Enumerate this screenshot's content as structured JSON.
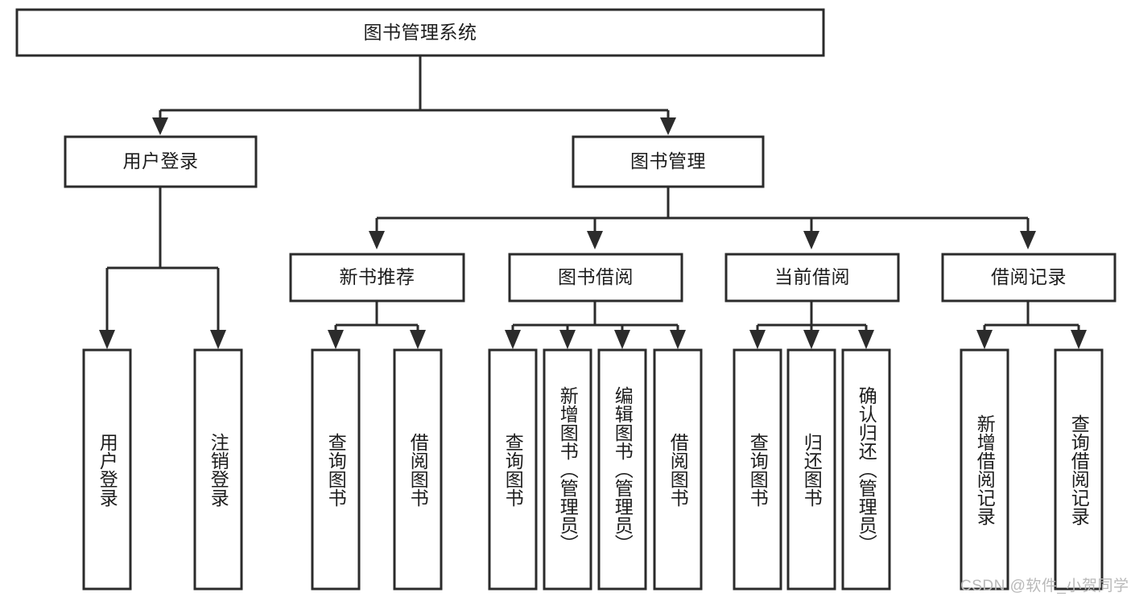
{
  "diagram": {
    "type": "tree-hierarchy-diagram",
    "title": "图书管理系统",
    "orientation": "top-down",
    "colors": {
      "box_stroke": "#2b2b2b",
      "box_fill": "#ffffff",
      "connector": "#2b2b2b",
      "text": "#1d1d1d",
      "watermark": "#b9b9b9",
      "background": "#ffffff"
    },
    "nodes": {
      "root": {
        "label": "图书管理系统",
        "level": 1
      },
      "level2": [
        {
          "id": "user-login",
          "label": "用户登录"
        },
        {
          "id": "book-management",
          "label": "图书管理"
        }
      ],
      "level3": [
        {
          "id": "new-book-recommend",
          "label": "新书推荐",
          "parent": "book-management"
        },
        {
          "id": "book-borrow",
          "label": "图书借阅",
          "parent": "book-management"
        },
        {
          "id": "current-borrow",
          "label": "当前借阅",
          "parent": "book-management"
        },
        {
          "id": "borrow-record",
          "label": "借阅记录",
          "parent": "book-management"
        }
      ],
      "leaves": [
        {
          "id": "leaf-user-login",
          "label": "用户登录",
          "parent": "user-login"
        },
        {
          "id": "leaf-logout-login",
          "label": "注销登录",
          "parent": "user-login"
        },
        {
          "id": "leaf-query-book-1",
          "label": "查询图书",
          "parent": "new-book-recommend"
        },
        {
          "id": "leaf-borrow-book-1",
          "label": "借阅图书",
          "parent": "new-book-recommend"
        },
        {
          "id": "leaf-query-book-2",
          "label": "查询图书",
          "parent": "book-borrow"
        },
        {
          "id": "leaf-add-book",
          "label": "新增图书（管理员）",
          "parent": "book-borrow"
        },
        {
          "id": "leaf-edit-book",
          "label": "编辑图书（管理员）",
          "parent": "book-borrow"
        },
        {
          "id": "leaf-borrow-book-2",
          "label": "借阅图书",
          "parent": "book-borrow"
        },
        {
          "id": "leaf-query-book-3",
          "label": "查询图书",
          "parent": "current-borrow"
        },
        {
          "id": "leaf-return-book",
          "label": "归还图书",
          "parent": "current-borrow"
        },
        {
          "id": "leaf-confirm-return",
          "label": "确认归还（管理员）",
          "parent": "current-borrow"
        },
        {
          "id": "leaf-add-borrow-record",
          "label": "新增借阅记录",
          "parent": "borrow-record"
        },
        {
          "id": "leaf-query-borrow-record",
          "label": "查询借阅记录",
          "parent": "borrow-record"
        }
      ]
    },
    "watermark": "CSDN @软件_小贺同学"
  }
}
